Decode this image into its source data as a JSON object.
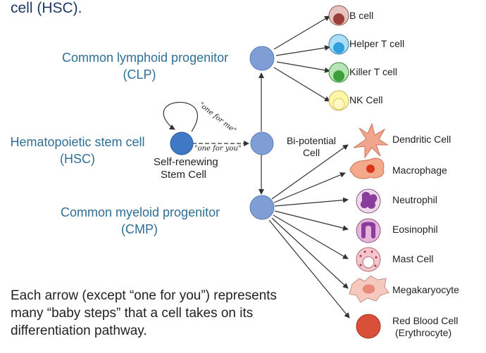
{
  "title_fragment": "cell (HSC).",
  "progenitors": {
    "clp": {
      "line1": "Common lymphoid progenitor",
      "line2": "(CLP)"
    },
    "hsc": {
      "line1": "Hematopoietic stem cell",
      "line2": "(HSC)"
    },
    "cmp": {
      "line1": "Common myeloid progenitor",
      "line2": "(CMP)"
    }
  },
  "hsc_loop": {
    "one_for_me": "\"one for me\"",
    "one_for_you": "\"one for you\"",
    "caption_line1": "Self-renewing",
    "caption_line2": "Stem Cell"
  },
  "bipotential": {
    "line1": "Bi-potential",
    "line2": "Cell"
  },
  "lymphoid_cells": [
    "B cell",
    "Helper T cell",
    "Killer T cell",
    "NK Cell"
  ],
  "myeloid_cells": [
    "Dendritic Cell",
    "Macrophage",
    "Neutrophil",
    "Eosinophil",
    "Mast Cell",
    "Megakaryocyte"
  ],
  "rbc": {
    "line1": "Red Blood Cell",
    "line2": "(Erythrocyte)"
  },
  "footnote": [
    "Each arrow (except “one for you”) represents",
    "many “baby steps” that a cell takes on its",
    "differentiation pathway."
  ],
  "colors": {
    "progenitor": "#7f9ed6",
    "hsc": "#3f78c4",
    "b_cell": "#e8c4c0",
    "helper_t": "#7ec8ee",
    "killer_t": "#8fcf90",
    "nk": "#fff6a6",
    "rbc": "#d94f3a"
  }
}
